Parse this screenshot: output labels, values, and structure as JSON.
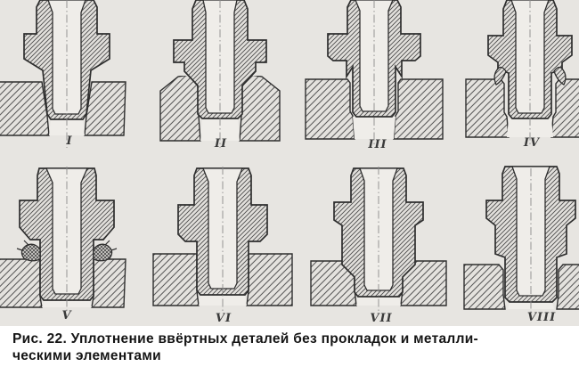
{
  "figure": {
    "caption": {
      "line1": "Рис. 22. Уплотнение ввёртных деталей без прокладок и металли-",
      "line2": "ческими элементами"
    },
    "panels": [
      {
        "numeral": "I"
      },
      {
        "numeral": "II"
      },
      {
        "numeral": "III"
      },
      {
        "numeral": "IV"
      },
      {
        "numeral": "V"
      },
      {
        "numeral": "VI"
      },
      {
        "numeral": "VII"
      },
      {
        "numeral": "VIII"
      }
    ],
    "colors": {
      "paper": "#e7e5e1",
      "ink": "#2e2e2e",
      "caption_background": "#ffffff",
      "caption_text": "#151515"
    }
  }
}
